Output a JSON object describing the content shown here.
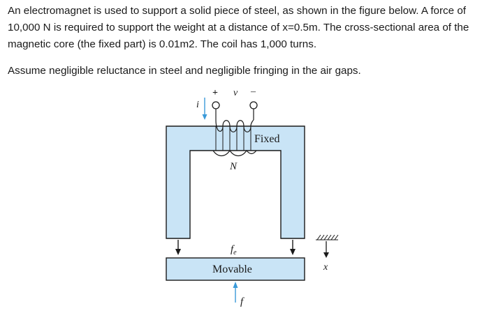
{
  "problem": {
    "paragraph1": "An electromagnet is used to support a solid piece of steel, as shown in the figure below.  A force of 10,000 N is required to support the weight at a distance of x=0.5m. The cross-sectional area of the magnetic core (the fixed part) is 0.01m2. The coil has 1,000 turns.",
    "paragraph2": "Assume negligible reluctance in steel and negligible fringing in the air gaps."
  },
  "figure": {
    "current_label": "i",
    "plus_label": "+",
    "voltage_label": "v",
    "minus_label": "–",
    "turns_label": "N",
    "fixed_label": "Fixed",
    "force_fe_label": "f",
    "force_fe_sub": "e",
    "movable_label": "Movable",
    "force_f_label": "f",
    "distance_label": "x",
    "colors": {
      "core_fill": "#c9e4f6",
      "outline": "#1a1a1a",
      "arrow_blue": "#3a9ad9"
    }
  }
}
